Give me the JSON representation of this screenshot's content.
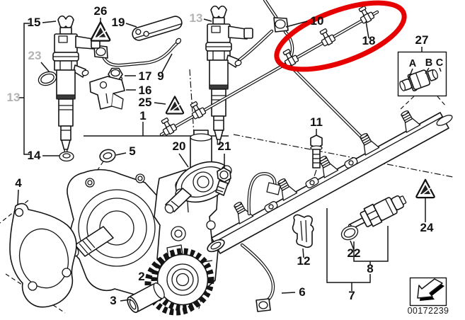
{
  "diagram": {
    "doc_number": "00172239",
    "colors": {
      "line": "#141414",
      "muted": "#b3b3b3",
      "highlight": "#e60000",
      "background": "#ffffff"
    },
    "icons": {
      "warning_triangle": "warning-triangle",
      "doc_arrow": "arrow-down-left"
    },
    "labels": {
      "p1": "1",
      "p2": "2",
      "p3": "3",
      "p4": "4",
      "p5": "5",
      "p6": "6",
      "p7": "7",
      "p8": "8",
      "p9": "9",
      "p10": "10",
      "p11": "11",
      "p12": "12",
      "p13a": "13",
      "p13b": "13",
      "p14": "14",
      "p15": "15",
      "p16": "16",
      "p17": "17",
      "p18": "18",
      "p19": "19",
      "p20": "20",
      "p21": "21",
      "p22": "22",
      "p23": "23",
      "p24": "24",
      "p25": "25",
      "p26": "26",
      "p27": "27",
      "pA": "A",
      "pB": "B",
      "pC": "C"
    }
  }
}
